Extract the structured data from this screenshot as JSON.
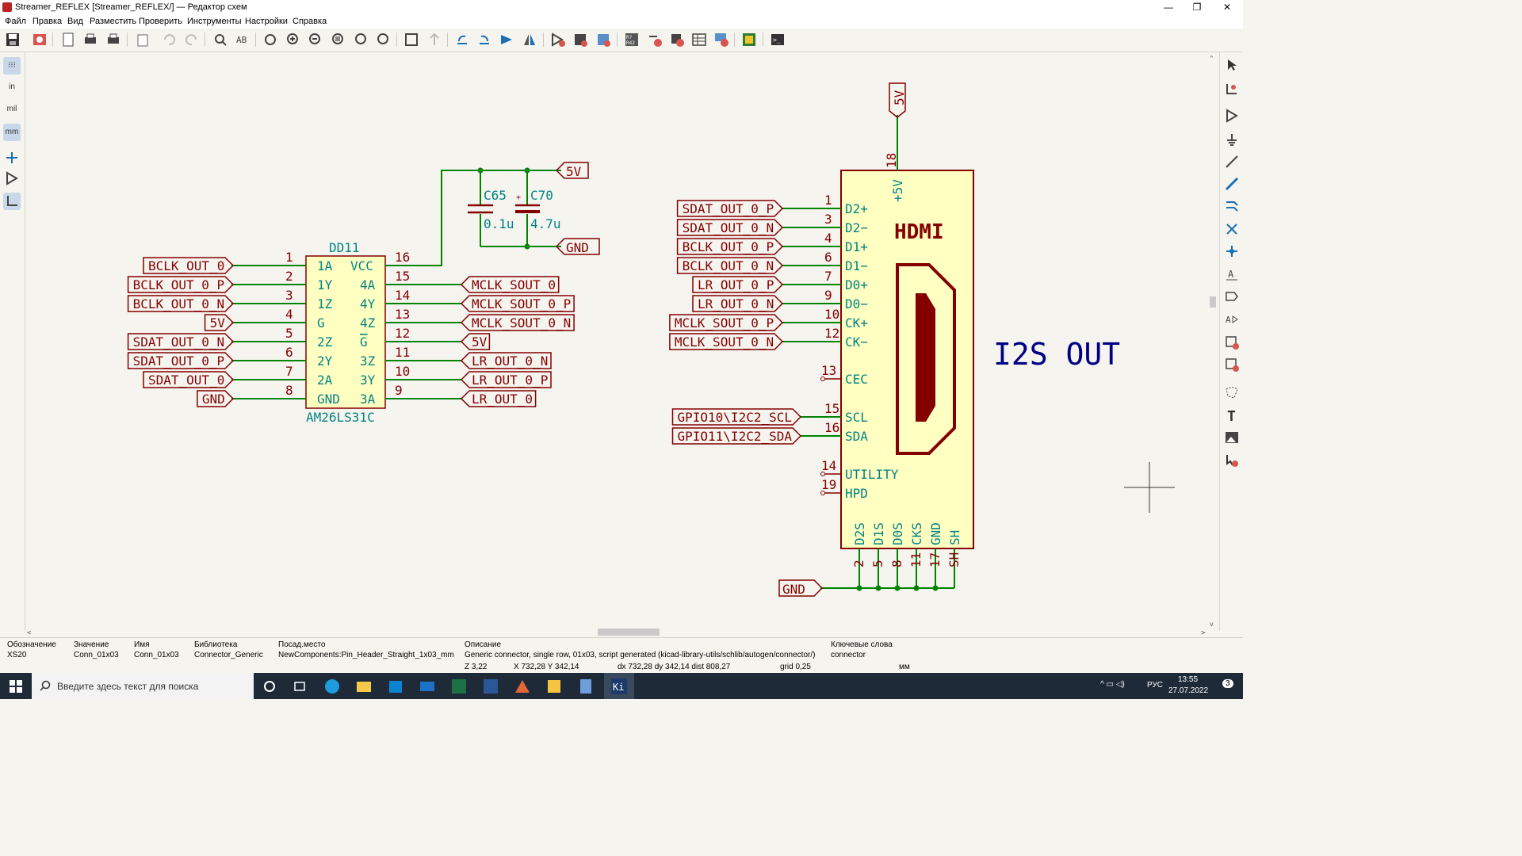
{
  "window": {
    "title": "Streamer_REFLEX [Streamer_REFLEX/] — Редактор схем",
    "min": "—",
    "max": "❐",
    "close": "✕"
  },
  "menu": [
    "Файл",
    "Правка",
    "Вид",
    "Разместить",
    "Проверить",
    "Инструменты",
    "Настройки",
    "Справка"
  ],
  "left_toolbar": {
    "grid": "⁝⁝⁝",
    "in": "in",
    "mil": "mil",
    "mm": "mm"
  },
  "schematic": {
    "ic": {
      "ref": "DD11",
      "value": "AM26LS31C",
      "left_pins": [
        {
          "num": "1",
          "name": "1A",
          "net": "BCLK_OUT_0"
        },
        {
          "num": "2",
          "name": "1Y",
          "net": "BCLK_OUT_0_P"
        },
        {
          "num": "3",
          "name": "1Z",
          "net": "BCLK_OUT_0_N"
        },
        {
          "num": "4",
          "name": "G",
          "net": "5V"
        },
        {
          "num": "5",
          "name": "2Z",
          "net": "SDAT_OUT_0_N"
        },
        {
          "num": "6",
          "name": "2Y",
          "net": "SDAT_OUT_0_P"
        },
        {
          "num": "7",
          "name": "2A",
          "net": "SDAT_OUT_0"
        },
        {
          "num": "8",
          "name": "GND",
          "net": "GND"
        }
      ],
      "right_pins": [
        {
          "num": "16",
          "name": "VCC",
          "net": ""
        },
        {
          "num": "15",
          "name": "4A",
          "net": "MCLK_SOUT_0"
        },
        {
          "num": "14",
          "name": "4Y",
          "net": "MCLK_SOUT_0_P"
        },
        {
          "num": "13",
          "name": "4Z",
          "net": "MCLK_SOUT_0_N"
        },
        {
          "num": "12",
          "name": "G",
          "net": "5V"
        },
        {
          "num": "11",
          "name": "3Z",
          "net": "LR_OUT_0_N"
        },
        {
          "num": "10",
          "name": "3Y",
          "net": "LR_OUT_0_P"
        },
        {
          "num": "9",
          "name": "3A",
          "net": "LR_OUT_0"
        }
      ]
    },
    "caps": [
      {
        "ref": "C65",
        "value": "0.1u"
      },
      {
        "ref": "C70",
        "value": "4.7u"
      }
    ],
    "power": {
      "vcc": "5V",
      "gnd": "GND",
      "plus5v_pin": "+5V",
      "pin18": "18"
    },
    "hdmi": {
      "logo": "HDMI",
      "left_pins": [
        {
          "num": "1",
          "name": "D2+",
          "net": "SDAT_OUT_0_P"
        },
        {
          "num": "3",
          "name": "D2−",
          "net": "SDAT_OUT_0_N"
        },
        {
          "num": "4",
          "name": "D1+",
          "net": "BCLK_OUT_0_P"
        },
        {
          "num": "6",
          "name": "D1−",
          "net": "BCLK_OUT_0_N"
        },
        {
          "num": "7",
          "name": "D0+",
          "net": "LR_OUT_0_P"
        },
        {
          "num": "9",
          "name": "D0−",
          "net": "LR_OUT_0_N"
        },
        {
          "num": "10",
          "name": "CK+",
          "net": "MCLK_SOUT_0_P"
        },
        {
          "num": "12",
          "name": "CK−",
          "net": "MCLK_SOUT_0_N"
        },
        {
          "num": "13",
          "name": "CEC",
          "net": ""
        },
        {
          "num": "15",
          "name": "SCL",
          "net": "GPIO10\\I2C2_SCL"
        },
        {
          "num": "16",
          "name": "SDA",
          "net": "GPIO11\\I2C2_SDA"
        },
        {
          "num": "14",
          "name": "UTILITY",
          "net": ""
        },
        {
          "num": "19",
          "name": "HPD",
          "net": ""
        }
      ],
      "bottom_pins": [
        {
          "num": "2",
          "name": "D2S"
        },
        {
          "num": "5",
          "name": "D1S"
        },
        {
          "num": "8",
          "name": "D0S"
        },
        {
          "num": "11",
          "name": "CKS"
        },
        {
          "num": "17",
          "name": "GND"
        },
        {
          "num": "SH",
          "name": "SH"
        }
      ]
    },
    "annotation": "I2S OUT"
  },
  "info_panel": [
    {
      "label": "Обозначение",
      "value": "XS20"
    },
    {
      "label": "Значение",
      "value": "Conn_01x03"
    },
    {
      "label": "Имя",
      "value": "Conn_01x03"
    },
    {
      "label": "Библиотека",
      "value": "Connector_Generic"
    },
    {
      "label": "Посад.место",
      "value": "NewComponents:Pin_Header_Straight_1x03_mm"
    },
    {
      "label": "Описание",
      "value": "Generic connector, single row, 01x03, script generated (kicad-library-utils/schlib/autogen/connector/)"
    },
    {
      "label": "Ключевые слова",
      "value": "connector"
    }
  ],
  "status": {
    "zoom": "Z 3,22",
    "xy": "X 732,28  Y 342,14",
    "dxy": "dx 732,28  dy 342,14  dist 808,27",
    "grid": "grid 0,25",
    "units": "мм"
  },
  "taskbar": {
    "search": "Введите здесь текст для поиска",
    "lang": "РУС",
    "time": "13:55",
    "date": "27.07.2022",
    "notif": "3"
  },
  "colors": {
    "wire": "#008400",
    "sym_body": "#ffffc2",
    "sym_outline": "#840000",
    "pin_text": "#008484",
    "label": "#840000",
    "annot": "#000084"
  }
}
